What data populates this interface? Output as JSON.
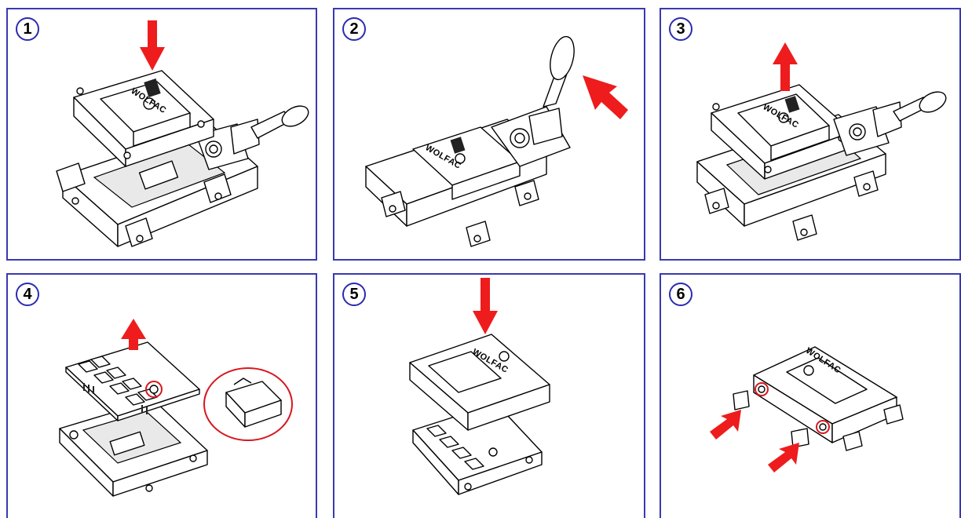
{
  "steps": [
    {
      "number": "1",
      "logo": "WOLFAC"
    },
    {
      "number": "2",
      "logo": "WOLFAC"
    },
    {
      "number": "3",
      "logo": "WOLFAC"
    },
    {
      "number": "4",
      "logo": ""
    },
    {
      "number": "5",
      "logo": "WOLFAC"
    },
    {
      "number": "6",
      "logo": "WOLFAC"
    }
  ],
  "colors": {
    "frame": "#3a3ab0",
    "arrow": "#ee1c1c",
    "highlight": "#d8171f"
  },
  "icons": [
    "arrow-down-icon",
    "arrow-up-icon",
    "arrow-diagonal-icon",
    "highlight-circle-icon"
  ]
}
